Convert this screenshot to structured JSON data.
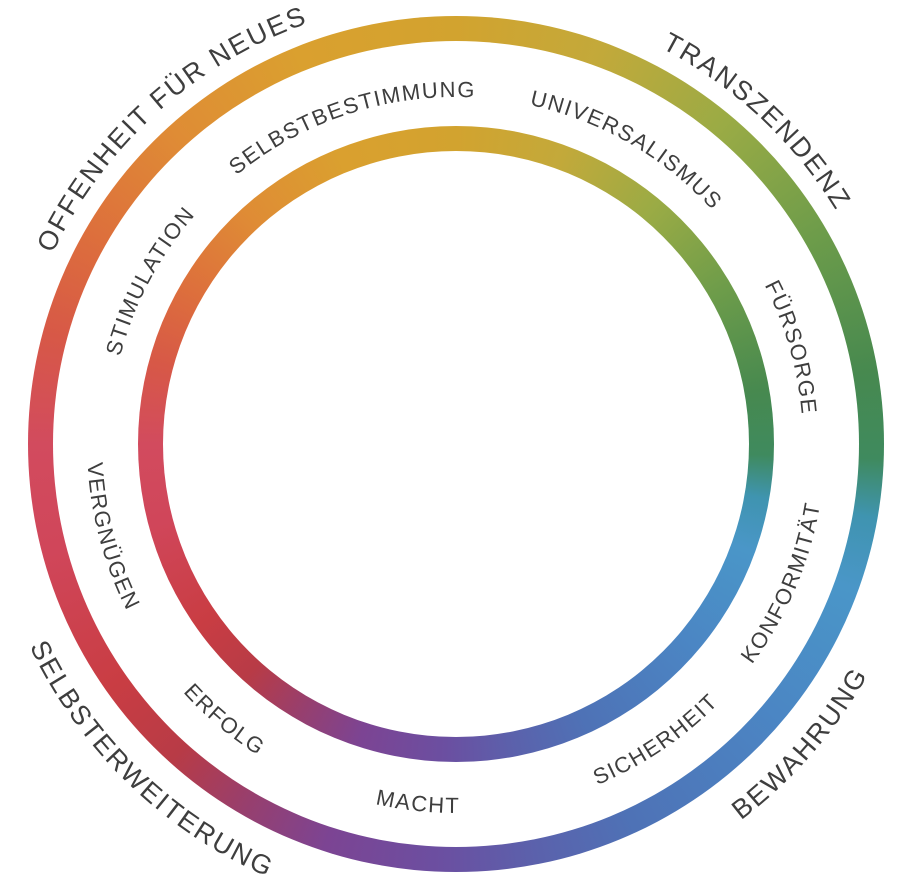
{
  "diagram": {
    "quadrants": [
      {
        "label": "OFFENHEIT FÜR NEUES"
      },
      {
        "label": "TRANSZENDENZ"
      },
      {
        "label": "BEWAHRUNG"
      },
      {
        "label": "SELBSTERWEITERUNG"
      }
    ],
    "values": [
      {
        "label": "SELBSTBESTIMMUNG"
      },
      {
        "label": "UNIVERSALISMUS"
      },
      {
        "label": "FÜRSORGE"
      },
      {
        "label": "KONFORMITÄT"
      },
      {
        "label": "SICHERHEIT"
      },
      {
        "label": "MACHT"
      },
      {
        "label": "ERFOLG"
      },
      {
        "label": "VERGNÜGEN"
      },
      {
        "label": "STIMULATION"
      }
    ]
  },
  "colors": {
    "background": "#ffffff",
    "text": "#3e3e3e",
    "ring_gradient": [
      {
        "angle": 0,
        "color": "#d2a32f"
      },
      {
        "angle": 20,
        "color": "#c3a93a"
      },
      {
        "angle": 40,
        "color": "#9aab45"
      },
      {
        "angle": 60,
        "color": "#6d9c4a"
      },
      {
        "angle": 80,
        "color": "#47894f"
      },
      {
        "angle": 92,
        "color": "#3f8a5e"
      },
      {
        "angle": 100,
        "color": "#3f94b0"
      },
      {
        "angle": 110,
        "color": "#4a96c8"
      },
      {
        "angle": 130,
        "color": "#4b86c4"
      },
      {
        "angle": 155,
        "color": "#4e72b6"
      },
      {
        "angle": 170,
        "color": "#5c60ab"
      },
      {
        "angle": 182,
        "color": "#6b4fa1"
      },
      {
        "angle": 198,
        "color": "#7c4493"
      },
      {
        "angle": 210,
        "color": "#973f6e"
      },
      {
        "angle": 222,
        "color": "#b83b46"
      },
      {
        "angle": 235,
        "color": "#c93d43"
      },
      {
        "angle": 255,
        "color": "#d0465a"
      },
      {
        "angle": 270,
        "color": "#d24b5e"
      },
      {
        "angle": 285,
        "color": "#d75847"
      },
      {
        "angle": 300,
        "color": "#dd6f3c"
      },
      {
        "angle": 318,
        "color": "#df8c35"
      },
      {
        "angle": 338,
        "color": "#daa02f"
      },
      {
        "angle": 360,
        "color": "#d2a32f"
      }
    ]
  }
}
